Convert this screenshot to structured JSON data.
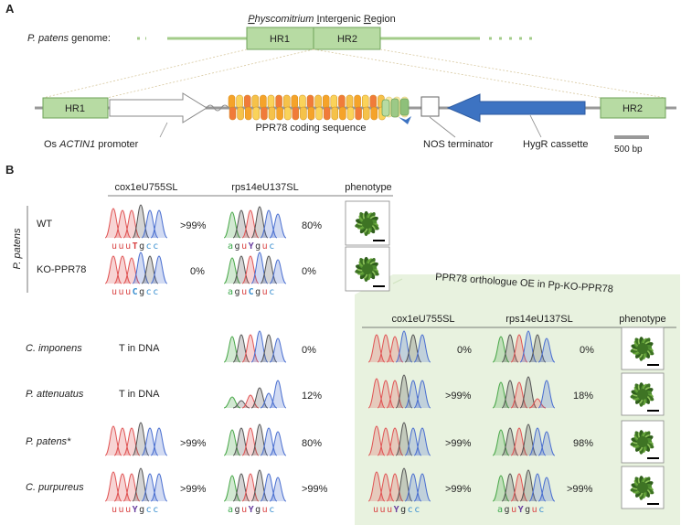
{
  "panel_a": {
    "label": "A",
    "region_title_parts": [
      {
        "text": "P",
        "italic": true,
        "underline": true
      },
      {
        "text": "hyscomitrium ",
        "italic": true,
        "underline": false
      },
      {
        "text": "I",
        "italic": false,
        "underline": true
      },
      {
        "text": "ntergenic ",
        "italic": false,
        "underline": false
      },
      {
        "text": "R",
        "italic": false,
        "underline": true
      },
      {
        "text": "egion",
        "italic": false,
        "underline": false
      }
    ],
    "genome_label_species": "P. patens",
    "genome_label_suffix": " genome:",
    "hr1": "HR1",
    "hr2": "HR2",
    "hr1_construct": "HR1",
    "hr2_construct": "HR2",
    "promoter_prefix": "Os ",
    "promoter_gene": "ACTIN1",
    "promoter_suffix": " promoter",
    "coding_label": "PPR78 coding sequence",
    "terminator_label": "NOS terminator",
    "hygr_label": "HygR cassette",
    "scale_label": "500 bp",
    "colors": {
      "green_fill": "#b7dba3",
      "green_line": "#a3cc8a",
      "blue": "#3d73c2",
      "ppr_colors": [
        "#f5a32a",
        "#fad35a",
        "#f07b3a",
        "#f5c24a"
      ]
    }
  },
  "panel_b": {
    "label": "B",
    "headers": {
      "col1": "cox1eU755SL",
      "col2": "rps14eU137SL",
      "col3": "phenotype"
    },
    "oe_title": "PPR78 orthologue OE in Pp-KO-PPR78",
    "oe_headers": {
      "col1": "cox1eU755SL",
      "col2": "rps14eU137SL",
      "col3": "phenotype"
    },
    "ppatens_group_label": "P. patens",
    "rows": [
      {
        "name": "WT",
        "italic": false,
        "cox_value": ">99%",
        "rps_value": "80%",
        "cox_seq": [
          {
            "c": "u",
            "t": "u"
          },
          {
            "c": "u",
            "t": "u"
          },
          {
            "c": "u",
            "t": "u"
          },
          {
            "c": "T",
            "t": "T"
          },
          {
            "c": "g",
            "t": "g"
          },
          {
            "c": "c",
            "t": "c"
          },
          {
            "c": "c",
            "t": "c"
          }
        ],
        "rps_seq": [
          {
            "c": "a",
            "t": "a"
          },
          {
            "c": "g",
            "t": "g"
          },
          {
            "c": "u",
            "t": "u"
          },
          {
            "c": "Y",
            "t": "Y"
          },
          {
            "c": "g",
            "t": "g"
          },
          {
            "c": "u",
            "t": "u"
          },
          {
            "c": "c",
            "t": "c"
          }
        ]
      },
      {
        "name": "KO-PPR78",
        "italic": false,
        "cox_value": "0%",
        "rps_value": "0%",
        "cox_seq": [
          {
            "c": "u",
            "t": "u"
          },
          {
            "c": "u",
            "t": "u"
          },
          {
            "c": "u",
            "t": "u"
          },
          {
            "c": "C",
            "t": "C"
          },
          {
            "c": "g",
            "t": "g"
          },
          {
            "c": "c",
            "t": "c"
          },
          {
            "c": "c",
            "t": "c"
          }
        ],
        "rps_seq": [
          {
            "c": "a",
            "t": "a"
          },
          {
            "c": "g",
            "t": "g"
          },
          {
            "c": "u",
            "t": "u"
          },
          {
            "c": "C",
            "t": "C"
          },
          {
            "c": "g",
            "t": "g"
          },
          {
            "c": "u",
            "t": "u"
          },
          {
            "c": "c",
            "t": "c"
          }
        ]
      },
      {
        "name": "C. imponens",
        "italic": true,
        "cox_text": "T in DNA",
        "rps_value": "0%",
        "oe_cox": "0%",
        "oe_rps": "0%"
      },
      {
        "name": "P. attenuatus",
        "italic": true,
        "cox_text": "T in DNA",
        "rps_value": "12%",
        "oe_cox": ">99%",
        "oe_rps": "18%"
      },
      {
        "name": "P. patens*",
        "italic": true,
        "cox_value": ">99%",
        "rps_value": "80%",
        "oe_cox": ">99%",
        "oe_rps": "98%"
      },
      {
        "name": "C. purpureus",
        "italic": true,
        "cox_value": ">99%",
        "rps_value": ">99%",
        "oe_cox": ">99%",
        "oe_rps": ">99%",
        "cox_seq": [
          {
            "c": "u",
            "t": "u"
          },
          {
            "c": "u",
            "t": "u"
          },
          {
            "c": "u",
            "t": "u"
          },
          {
            "c": "Y",
            "t": "Y"
          },
          {
            "c": "g",
            "t": "g"
          },
          {
            "c": "c",
            "t": "c"
          },
          {
            "c": "c",
            "t": "c"
          }
        ],
        "rps_seq": [
          {
            "c": "a",
            "t": "a"
          },
          {
            "c": "g",
            "t": "g"
          },
          {
            "c": "u",
            "t": "u"
          },
          {
            "c": "Y",
            "t": "Y"
          },
          {
            "c": "g",
            "t": "g"
          },
          {
            "c": "u",
            "t": "u"
          },
          {
            "c": "c",
            "t": "c"
          }
        ],
        "oe_cox_seq": [
          {
            "c": "u",
            "t": "u"
          },
          {
            "c": "u",
            "t": "u"
          },
          {
            "c": "u",
            "t": "u"
          },
          {
            "c": "Y",
            "t": "Y"
          },
          {
            "c": "g",
            "t": "g"
          },
          {
            "c": "c",
            "t": "c"
          },
          {
            "c": "c",
            "t": "c"
          }
        ],
        "oe_rps_seq": [
          {
            "c": "a",
            "t": "a"
          },
          {
            "c": "g",
            "t": "g"
          },
          {
            "c": "u",
            "t": "u"
          },
          {
            "c": "Y",
            "t": "Y"
          },
          {
            "c": "g",
            "t": "g"
          },
          {
            "c": "u",
            "t": "u"
          },
          {
            "c": "c",
            "t": "c"
          }
        ]
      }
    ],
    "nucleotide_colors": {
      "u": "#d94545",
      "T": "#d94545",
      "c": "#3a8fd0",
      "C": "#3a8fd0",
      "g": "#333333",
      "a": "#3aa84a",
      "Y": "#6a3fa0"
    },
    "trace_colors": {
      "red": "#e05555",
      "green": "#4aa84a",
      "blue": "#4a6fd0",
      "black": "#555555"
    },
    "oe_panel_color": "#e8f2df"
  }
}
